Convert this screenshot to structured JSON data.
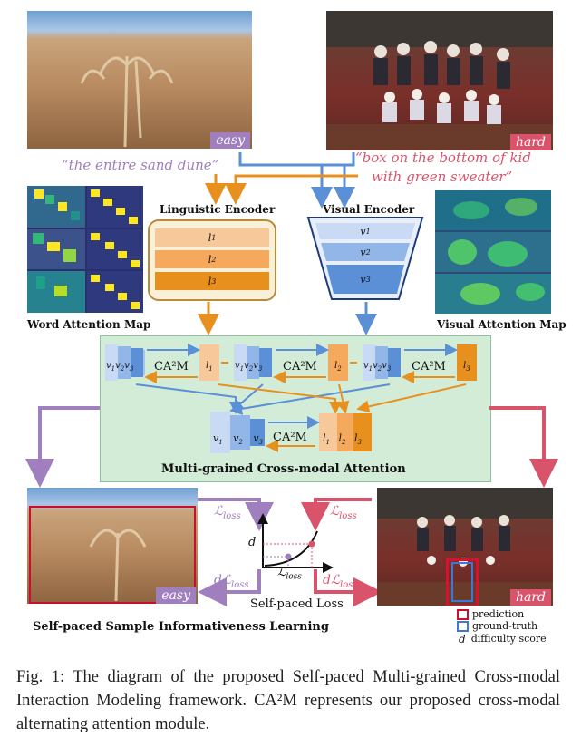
{
  "images": {
    "easy_tag": "easy",
    "hard_tag": "hard"
  },
  "quotes": {
    "easy": "“the entire sand dune”",
    "hard_line1": "“box on the bottom of kid",
    "hard_line2": "with green sweater”"
  },
  "encoders": {
    "linguistic": "Linguistic Encoder",
    "visual": "Visual Encoder",
    "l1": "l",
    "l2": "l",
    "l3": "l",
    "v1": "v",
    "v2": "v",
    "v3": "v",
    "sub1": "1",
    "sub2": "2",
    "sub3": "3"
  },
  "maps": {
    "word": "Word Attention Map",
    "visual": "Visual Attention Map"
  },
  "module": {
    "ca2m": "CA²M",
    "title": "Multi-grained Cross-modal Attention"
  },
  "loss": {
    "loss_sym": "ℒ",
    "loss_sub": "loss",
    "dloss_prefix": "dℒ",
    "d_axis": "d",
    "self_paced": "Self-paced Loss"
  },
  "bottom": {
    "title": "Self-paced Sample Informativeness Learning",
    "legend_prediction": "prediction",
    "legend_ground_truth": "ground-truth",
    "legend_d": "d",
    "legend_difficulty": "difficulty score"
  },
  "caption": {
    "text": "Fig. 1: The diagram of the proposed Self-paced Multi-grained Cross-modal Interaction Modeling framework. CA²M represents our proposed cross-modal alternating attention module."
  },
  "colors": {
    "purple": "#9f7fbe",
    "pink": "#d9546b",
    "orange": "#e8901e",
    "blue": "#5b8fd6",
    "green_panel": "#d3ecd8"
  }
}
